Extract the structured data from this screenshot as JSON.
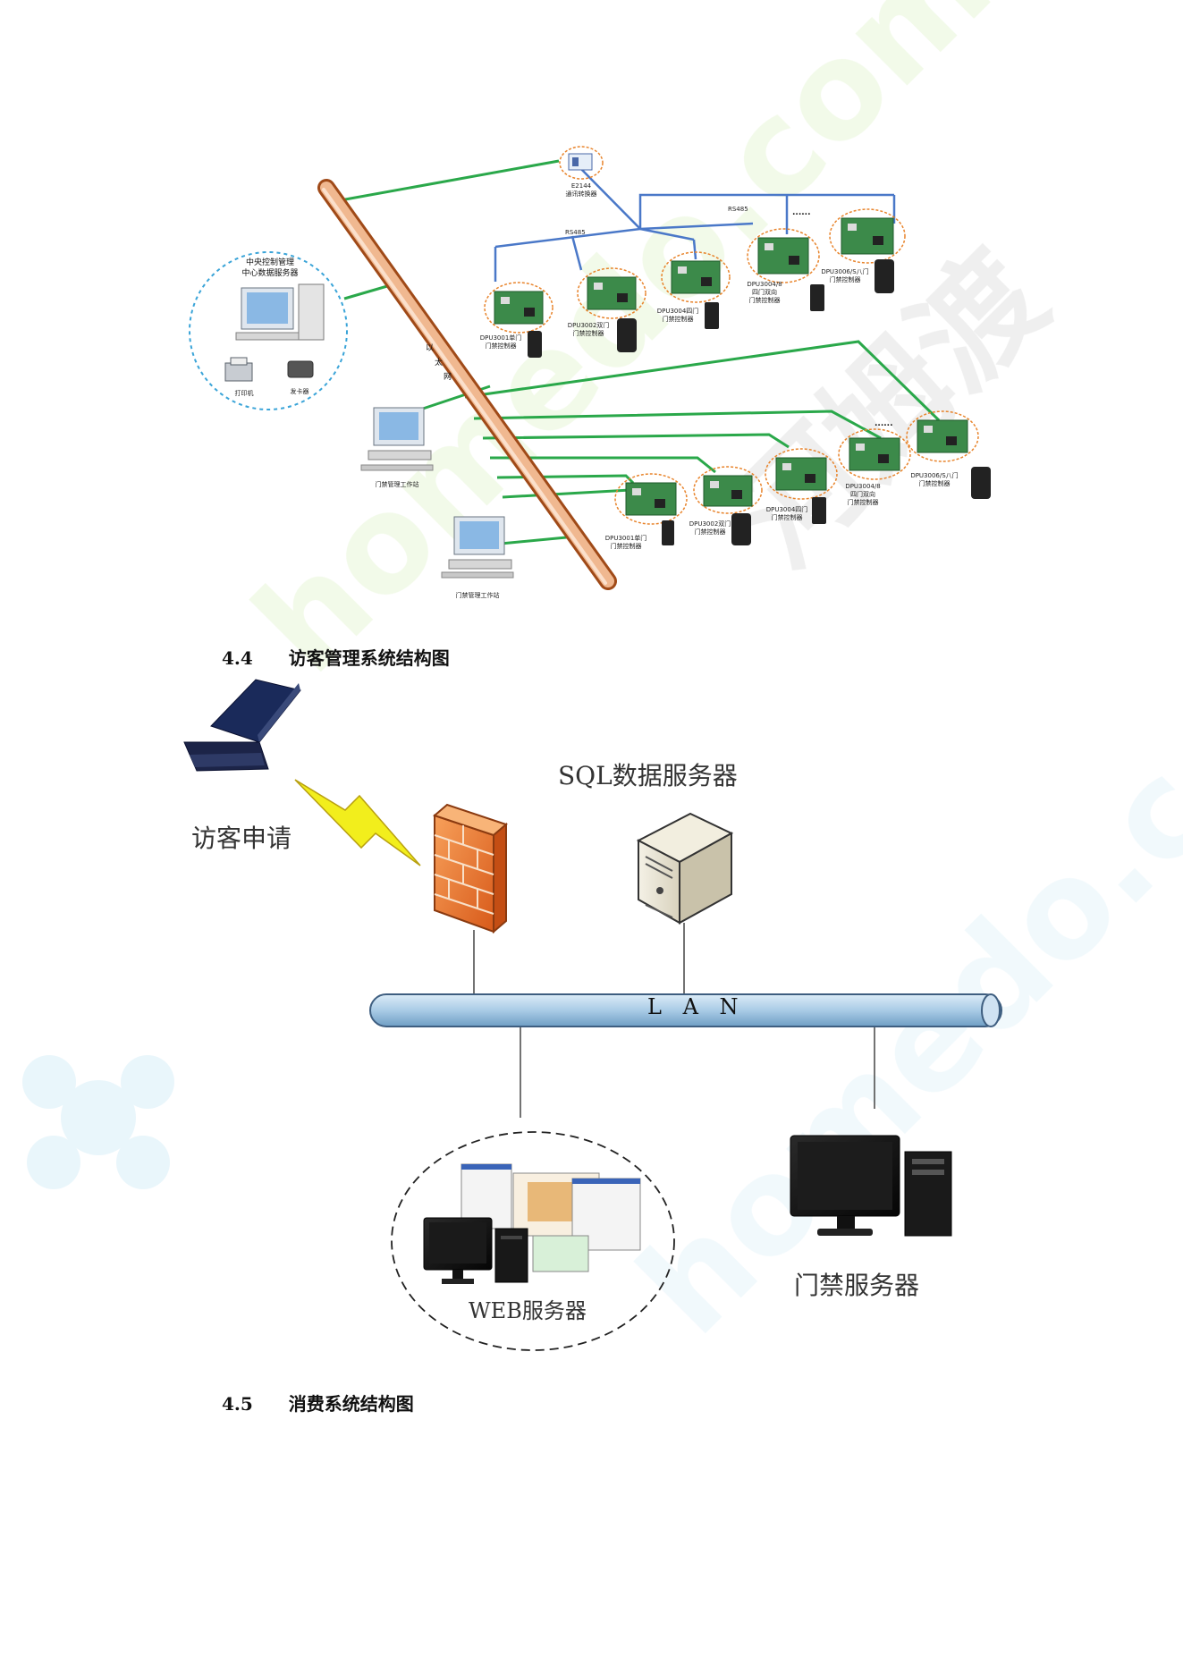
{
  "diagram1": {
    "central_server_label_line1": "中央控制管理",
    "central_server_label_line2": "中心数据服务器",
    "printer_label": "打印机",
    "card_issuer_label": "发卡器",
    "ethernet_char1": "以",
    "ethernet_char2": "太",
    "ethernet_char3": "网",
    "converter_label_line1": "E2144",
    "converter_label_line2": "通讯转换器",
    "rs485_left": "RS485",
    "rs485_right": "RS485",
    "dots_top": "......",
    "dots_bottom": "......",
    "workstation1": "门禁管理工作站",
    "workstation2": "门禁管理工作站",
    "top_controllers": [
      {
        "line1": "DPU3001单门",
        "line2": "门禁控制器"
      },
      {
        "line1": "DPU3002双门",
        "line2": "门禁控制器"
      },
      {
        "line1": "DPU3004四门",
        "line2": "门禁控制器"
      },
      {
        "line1": "DPU3004/8",
        "line2": "四门双向",
        "line3": "门禁控制器"
      },
      {
        "line1": "DPU3006/S八门",
        "line2": "门禁控制器"
      }
    ],
    "bottom_controllers": [
      {
        "line1": "DPU3001单门",
        "line2": "门禁控制器"
      },
      {
        "line1": "DPU3002双门",
        "line2": "门禁控制器"
      },
      {
        "line1": "DPU3004四门",
        "line2": "门禁控制器"
      },
      {
        "line1": "DPU3004/8",
        "line2": "四门双向",
        "line3": "门禁控制器"
      },
      {
        "line1": "DPU3006/S八门",
        "line2": "门禁控制器"
      }
    ]
  },
  "section44": {
    "number": "4.4",
    "title": "访客管理系统结构图"
  },
  "diagram2": {
    "visitor_label": "访客申请",
    "sql_label": "SQL数据服务器",
    "lan_label": "L A N",
    "web_label": "WEB服务器",
    "access_label": "门禁服务器"
  },
  "section45": {
    "number": "4.5",
    "title": "消费系统结构图"
  },
  "watermark": "homedo.com 河姆渡",
  "colors": {
    "green_line": "#2aa84a",
    "blue_line": "#4a78c8",
    "ethernet_pipe": "#e8a070",
    "lan_pipe": "#b8d4e8",
    "firewall": "#e8783a",
    "watermark": "#e8f6d8"
  }
}
